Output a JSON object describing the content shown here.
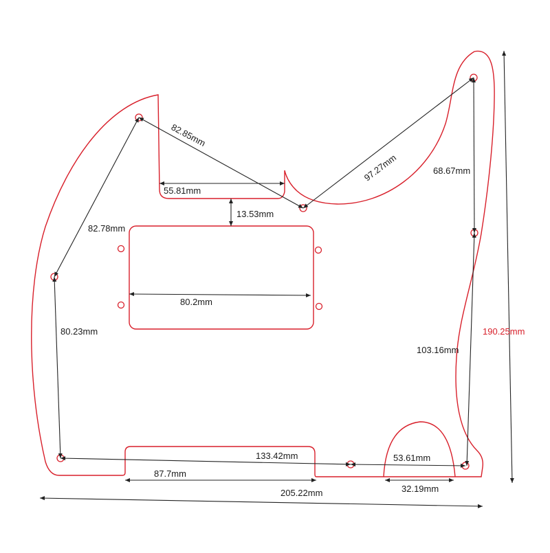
{
  "colors": {
    "outline": "#d81f2a",
    "dimension_line": "#222222",
    "label": "#1a1a1a",
    "height_label": "#d81f2a",
    "background": "#ffffff"
  },
  "dimensions": {
    "hole_to_hole_top_left": "82.85mm",
    "neck_cavity_width": "55.81mm",
    "cavity_gap": "13.53mm",
    "hole_to_hole_top_right": "97.27mm",
    "right_upper_span": "68.67mm",
    "left_upper_span": "82.78mm",
    "pickup_width": "80.2mm",
    "left_lower_span": "80.23mm",
    "right_lower_span": "103.16mm",
    "overall_height": "190.25mm",
    "bottom_hole_span": "133.42mm",
    "control_arc_span": "53.61mm",
    "bottom_cutout_width": "87.7mm",
    "control_cutout_width": "32.19mm",
    "overall_width": "205.22mm"
  }
}
